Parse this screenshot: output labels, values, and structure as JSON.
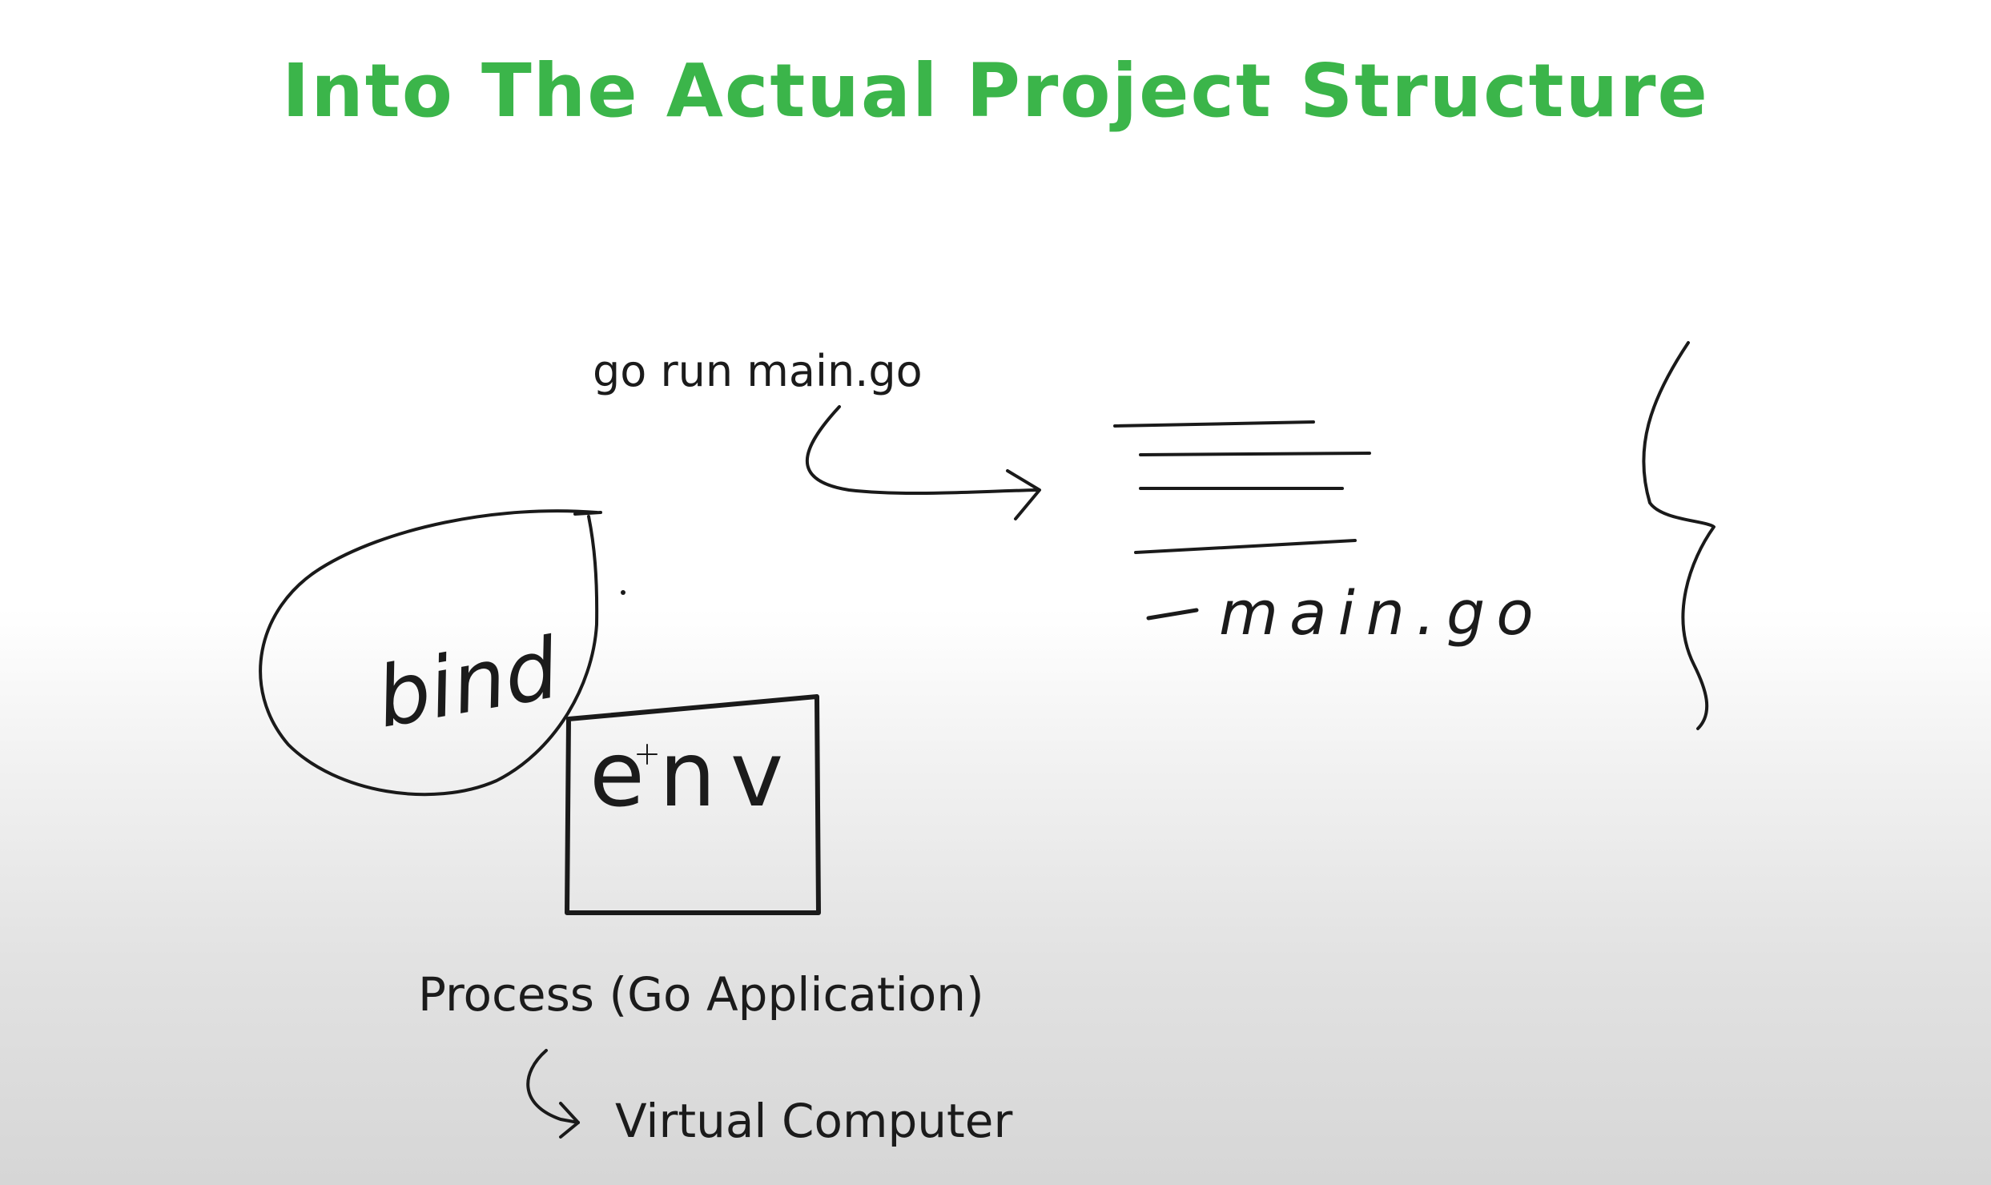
{
  "title": "Into The Actual Project Structure",
  "labels": {
    "command": "go run main.go",
    "process": "Process (Go Application)",
    "virtual_computer": "Virtual Computer"
  },
  "handwritten": {
    "bind": "bind",
    "env": "env",
    "main_file": "main.go"
  },
  "colors": {
    "title": "#3bb54a",
    "ink": "#1a1a1a"
  }
}
